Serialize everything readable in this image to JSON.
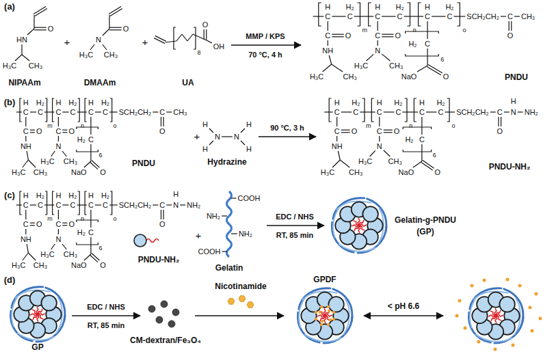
{
  "diagram": {
    "labels": [
      "(a)",
      "HN",
      "O",
      "H₃C",
      "CH₃",
      "NIPAAm",
      "+",
      "N",
      "O",
      "H₃C",
      "CH₃",
      "DMAAm",
      "+",
      "O",
      "OH",
      "8",
      "UA",
      "MMP / KPS",
      "70 °C, 4 h",
      "H",
      "C",
      "H₂",
      "C",
      "m",
      "H",
      "C",
      "H₂",
      "C",
      "n",
      "H",
      "C",
      "H₂",
      "C",
      "o",
      "C",
      "O",
      "NH",
      "H₃C",
      "CH₃",
      "C",
      "O",
      "N",
      "H₃C",
      "CH₃",
      "H₂",
      "C",
      "6",
      "NaO",
      "O",
      "SCH₂CH₂",
      "C",
      "O",
      "CH₃",
      "PNDU",
      "(b)",
      "H",
      "C",
      "H₂",
      "C",
      "m",
      "H",
      "C",
      "H₂",
      "C",
      "n",
      "H",
      "C",
      "H₂",
      "C",
      "o",
      "C",
      "O",
      "NH",
      "H₃C",
      "CH₃",
      "C",
      "O",
      "N",
      "H₃C",
      "CH₃",
      "H₂",
      "C",
      "6",
      "NaO",
      "O",
      "SCH₂CH₂",
      "C",
      "O",
      "CH₃",
      "PNDU",
      "+",
      "H",
      "H",
      "N",
      "N",
      "H",
      "H",
      "Hydrazine",
      "90 °C, 3 h",
      "H",
      "C",
      "H₂",
      "C",
      "m",
      "H",
      "C",
      "H₂",
      "C",
      "n",
      "H",
      "C",
      "H₂",
      "C",
      "o",
      "C",
      "O",
      "NH",
      "H₃C",
      "CH₃",
      "C",
      "O",
      "N",
      "H₃C",
      "CH₃",
      "H₂",
      "C",
      "6",
      "NaO",
      "O",
      "SCH₂CH₂",
      "C",
      "O",
      "N",
      "H",
      "NH₂",
      "PNDU-NH₂",
      "(c)",
      "H",
      "C",
      "H₂",
      "C",
      "m",
      "H",
      "C",
      "H₂",
      "C",
      "n",
      "H",
      "C",
      "H₂",
      "C",
      "o",
      "C",
      "O",
      "NH",
      "H₃C",
      "CH₃",
      "C",
      "O",
      "N",
      "H₃C",
      "CH₃",
      "H₂",
      "C",
      "6",
      "NaO",
      "O",
      "SCH₂CH₂",
      "C",
      "O",
      "N",
      "H",
      "NH₂",
      "PNDU-NH₂",
      "+",
      "COOH",
      "NH₂",
      "NH₂",
      "COOH",
      "Gelatin",
      "EDC / NHS",
      "RT, 85 min",
      "Gelatin-g-PNDU",
      "(GP)",
      "(d)",
      "GP",
      "EDC / NHS",
      "RT, 85 min",
      "CM-dextran/Fe₃O₄",
      "Nicotinamide",
      "GPDF",
      "< pH 6.6"
    ]
  }
}
